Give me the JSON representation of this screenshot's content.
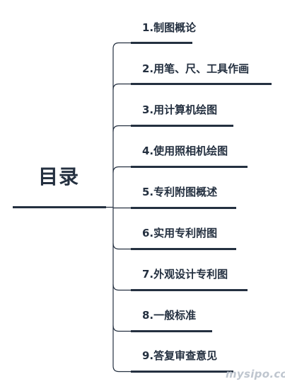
{
  "root": {
    "title": "目录"
  },
  "items": [
    "1.制图概论",
    "2.用笔、尺、工具作画",
    "3.用计算机绘图",
    "4.使用照相机绘图",
    "5.专利附图概述",
    "6.实用专利附图",
    "7.外观设计专利图",
    "8.一般标准",
    "9.答复审查意见"
  ],
  "watermark": "mysipo.com",
  "colors": {
    "line": "#243040",
    "text": "#243040",
    "watermark": "#bfc6cf"
  }
}
